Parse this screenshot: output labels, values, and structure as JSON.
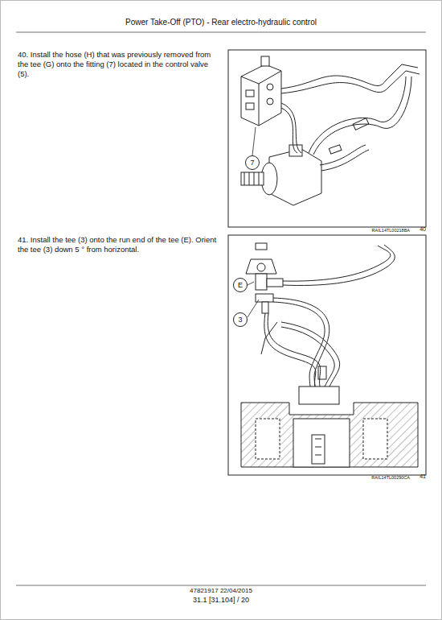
{
  "diagram": {
    "title": "Power Take-Off (PTO) - Rear electro-hydraulic control",
    "nodes": [
      {
        "text": [
          "7"
        ]
      },
      {
        "text": [
          "E"
        ]
      },
      {
        "text": [
          "3"
        ]
      }
    ],
    "edges": [],
    "labels": [
      "40. Install the hose (H) that was previously removed from the tee (G) onto the fitting (7) located in the control valve (5).",
      "RAIL14TL00218BA",
      "40",
      "41. Install the tee (3) onto the run end of the tee (E). Orient the tee (3) down 5 ° from horizontal.",
      "RAIL14TL00290CA",
      "41",
      "47821917 22/04/2015",
      "31.1 [31.104] / 20"
    ]
  }
}
